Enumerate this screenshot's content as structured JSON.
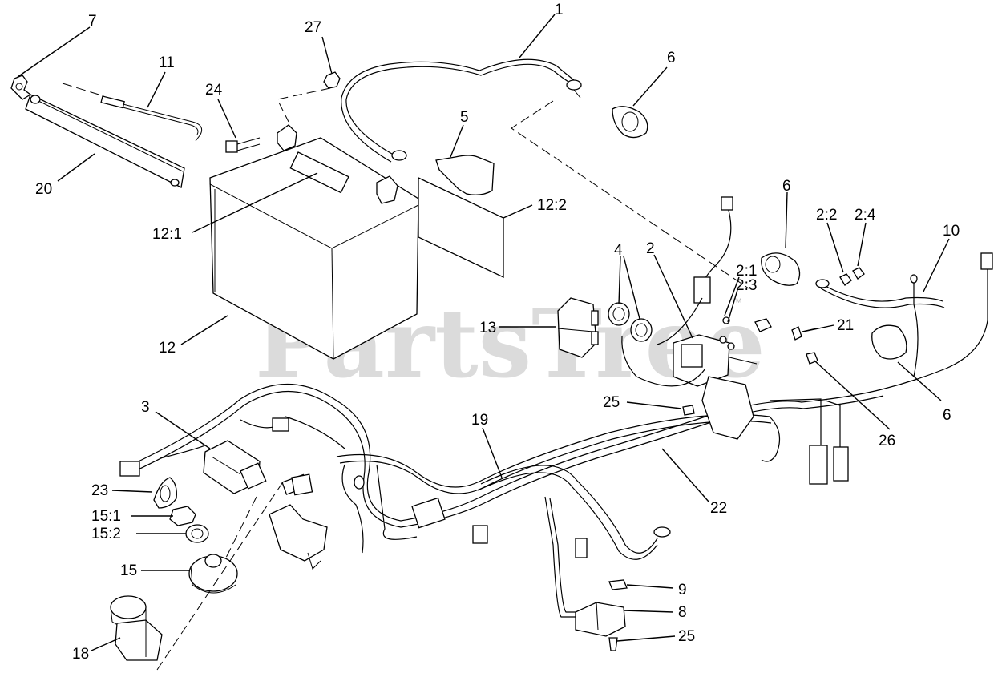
{
  "watermark": {
    "text": "PartsTree",
    "mark": "™"
  },
  "callouts": [
    {
      "id": "c7",
      "text": "7"
    },
    {
      "id": "c11",
      "text": "11"
    },
    {
      "id": "c20",
      "text": "20"
    },
    {
      "id": "c24",
      "text": "24"
    },
    {
      "id": "c27",
      "text": "27"
    },
    {
      "id": "c1",
      "text": "1"
    },
    {
      "id": "c6a",
      "text": "6"
    },
    {
      "id": "c5",
      "text": "5"
    },
    {
      "id": "c12_1",
      "text": "12:1"
    },
    {
      "id": "c12_2",
      "text": "12:2"
    },
    {
      "id": "c12",
      "text": "12"
    },
    {
      "id": "c6b",
      "text": "6"
    },
    {
      "id": "c2_2",
      "text": "2:2"
    },
    {
      "id": "c2_4",
      "text": "2:4"
    },
    {
      "id": "c10",
      "text": "10"
    },
    {
      "id": "c4",
      "text": "4"
    },
    {
      "id": "c2",
      "text": "2"
    },
    {
      "id": "c2_1",
      "text": "2:1"
    },
    {
      "id": "c2_3",
      "text": "2:3"
    },
    {
      "id": "c13",
      "text": "13"
    },
    {
      "id": "c21",
      "text": "21"
    },
    {
      "id": "c6c",
      "text": "6"
    },
    {
      "id": "c25a",
      "text": "25"
    },
    {
      "id": "c26",
      "text": "26"
    },
    {
      "id": "c3",
      "text": "3"
    },
    {
      "id": "c19",
      "text": "19"
    },
    {
      "id": "c22",
      "text": "22"
    },
    {
      "id": "c23",
      "text": "23"
    },
    {
      "id": "c15_1",
      "text": "15:1"
    },
    {
      "id": "c15_2",
      "text": "15:2"
    },
    {
      "id": "c15",
      "text": "15"
    },
    {
      "id": "c18",
      "text": "18"
    },
    {
      "id": "c9",
      "text": "9"
    },
    {
      "id": "c8",
      "text": "8"
    },
    {
      "id": "c25b",
      "text": "25"
    }
  ]
}
